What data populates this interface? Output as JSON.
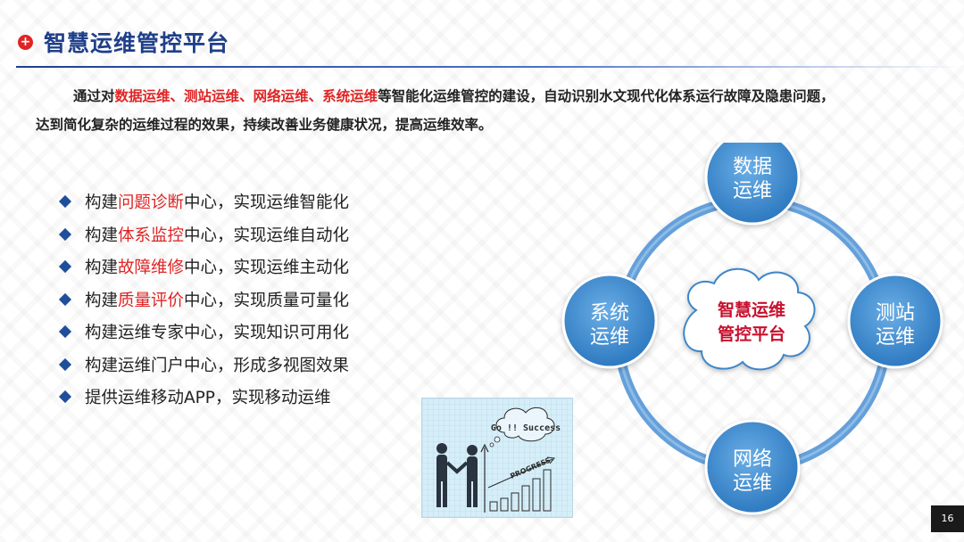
{
  "title": {
    "icon": "plus-circle-icon",
    "text": "智慧运维管控平台"
  },
  "intro": {
    "prefix": "通过对",
    "highlights": [
      "数据运维",
      "、",
      "测站运维",
      "、",
      "网络运维",
      "、",
      "系统运维"
    ],
    "line1_rest": "等智能化运维管控的建设，自动识别水文现代化体系运行故障及隐患问题，",
    "line2": "达到简化复杂的运维过程的效果，持续改善业务健康状况，提高运维效率。"
  },
  "bullets": [
    {
      "pre": "构建",
      "hl": "问题诊断",
      "post": "中心，实现运维智能化"
    },
    {
      "pre": "构建",
      "hl": "体系监控",
      "post": "中心，实现运维自动化"
    },
    {
      "pre": "构建",
      "hl": "故障维修",
      "post": "中心，实现运维主动化"
    },
    {
      "pre": "构建",
      "hl": "质量评价",
      "post": "中心，实现质量可量化"
    },
    {
      "pre": "构建运维专家中心，实现知识可用化",
      "hl": "",
      "post": ""
    },
    {
      "pre": "构建运维门户中心，形成多视图效果",
      "hl": "",
      "post": ""
    },
    {
      "pre": "提供运维移动APP，实现移动运维",
      "hl": "",
      "post": ""
    }
  ],
  "illustration": {
    "bubble": "Go !! Success",
    "arrow": "PROGRESS"
  },
  "diagram": {
    "center": [
      "智慧运维",
      "管控平台"
    ],
    "nodes": {
      "top": [
        "数据",
        "运维"
      ],
      "right": [
        "测站",
        "运维"
      ],
      "bottom": [
        "网络",
        "运维"
      ],
      "left": [
        "系统",
        "运维"
      ]
    }
  },
  "page_number": "16",
  "colors": {
    "title": "#1f3f8a",
    "highlight": "#e02424",
    "node": "#3d86c9",
    "ring": "#4a8fd4"
  }
}
